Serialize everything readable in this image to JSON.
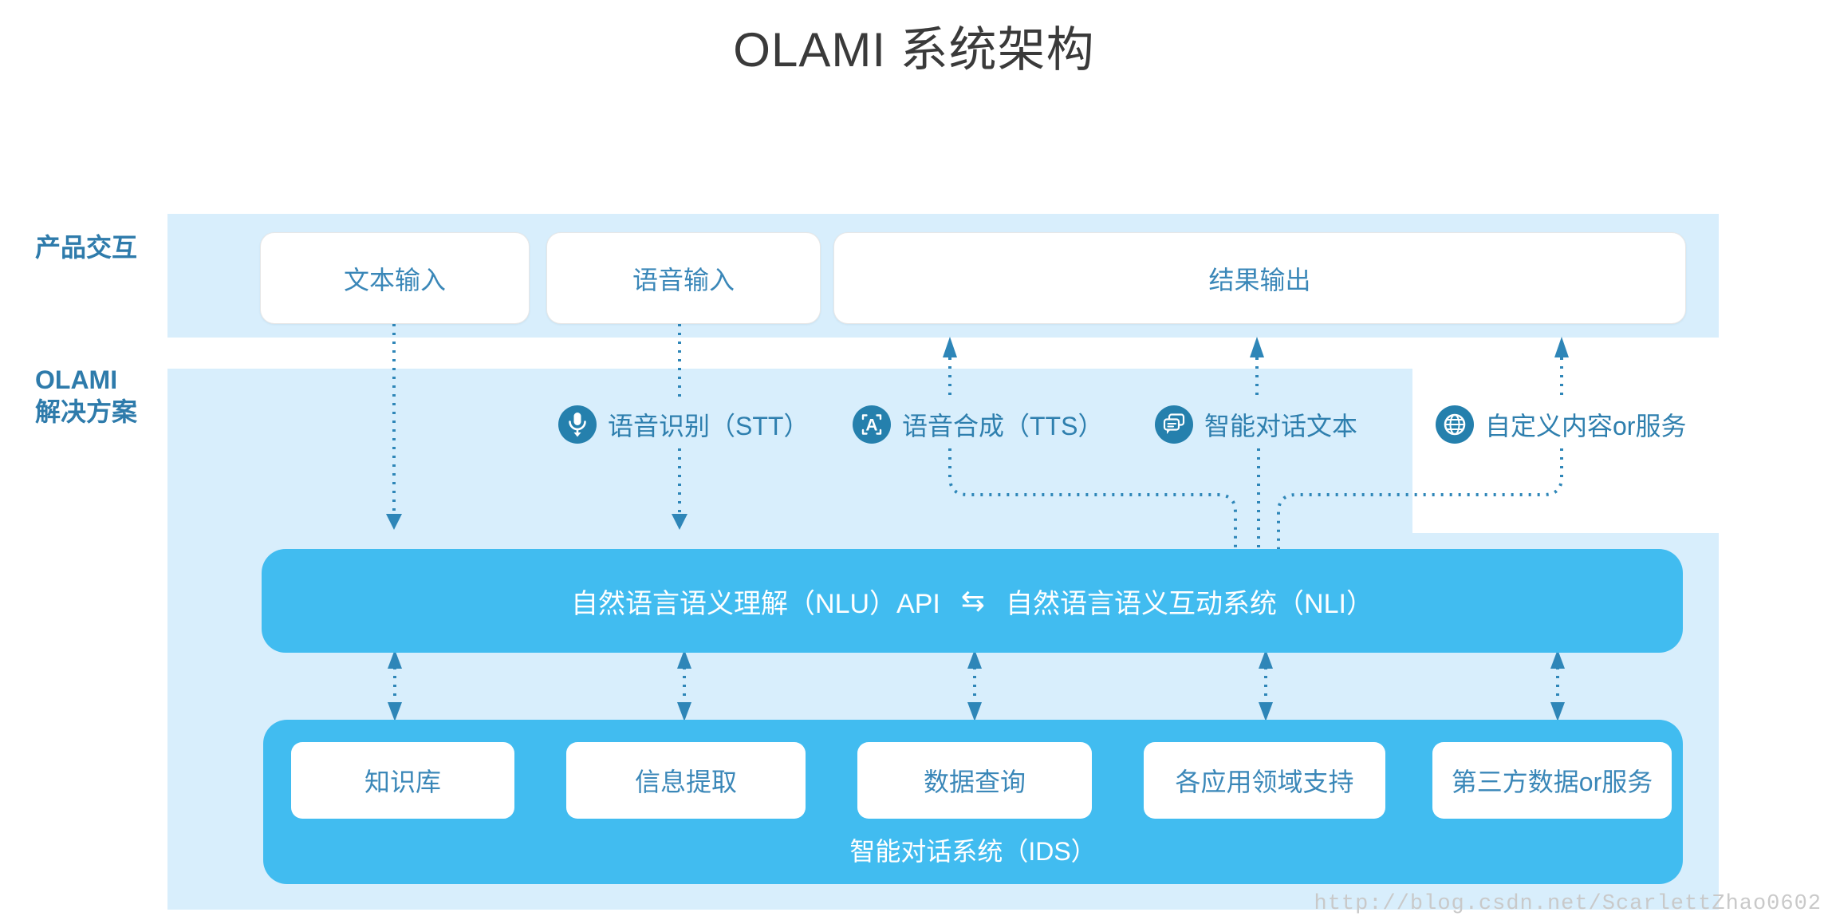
{
  "title": "OLAMI 系统架构",
  "sections": {
    "product": {
      "label": "产品交互",
      "boxes": [
        "文本输入",
        "语音输入",
        "结果输出"
      ]
    },
    "solution": {
      "label_line1": "OLAMI",
      "label_line2": "解决方案",
      "services": [
        {
          "icon": "microphone-icon",
          "label": "语音识别（STT）"
        },
        {
          "icon": "speech-synthesis-icon",
          "label": "语音合成（TTS）"
        },
        {
          "icon": "chat-bubbles-icon",
          "label": "智能对话文本"
        },
        {
          "icon": "globe-icon",
          "label": "自定义内容or服务"
        }
      ],
      "nlu_bar": {
        "left": "自然语言语义理解（NLU）API",
        "arrow": "⇆",
        "right": "自然语言语义互动系统（NLI）"
      },
      "ids": {
        "boxes": [
          "知识库",
          "信息提取",
          "数据查询",
          "各应用领域支持",
          "第三方数据or服务"
        ],
        "label": "智能对话系统（IDS）"
      }
    }
  },
  "watermark": "http://blog.csdn.net/ScarlettZhao0602",
  "colors": {
    "band_light_blue": "#d8eefc",
    "bar_blue": "#41bcf0",
    "icon_circle_blue": "#2580ad",
    "text_blue": "#3a87b8",
    "side_label_blue": "#2e7bab",
    "dotted_line_blue": "#2e86b8",
    "title_gray": "#3a3a3a",
    "watermark_gray": "#c9c9c9"
  }
}
